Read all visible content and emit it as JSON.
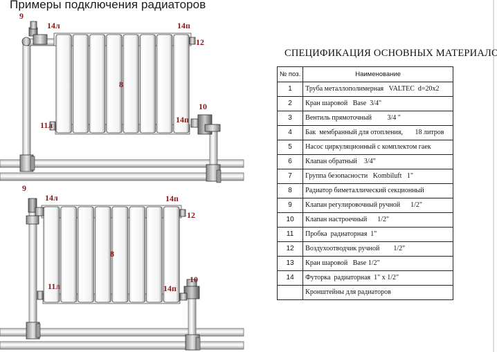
{
  "title": "Примеры подключения радиаторов",
  "diagrams": [
    {
      "labels": {
        "valve_regulating": "9",
        "plug_left": "14л",
        "plug_right_top": "14п",
        "air_vent": "12",
        "radiator": "8",
        "valve_adjusting": "10",
        "plug_left_bottom": "11л",
        "plug_right_bottom": "14п"
      }
    },
    {
      "labels": {
        "valve_regulating": "9",
        "plug_left": "14л",
        "plug_right_top": "14п",
        "air_vent": "12",
        "radiator": "8",
        "valve_adjusting": "10",
        "plug_left_bottom": "11л",
        "plug_right_bottom": "14п"
      }
    }
  ],
  "spec": {
    "title": "СПЕЦИФИКАЦИЯ ОСНОВНЫХ МАТЕРИАЛОВ",
    "header": {
      "num": "№ поз.",
      "name": "Наименование"
    },
    "rows": [
      {
        "num": "1",
        "name": "Труба металлополимерная   VALTEC  d=20x2"
      },
      {
        "num": "2",
        "name": "Кран шаровой   Base  3/4\""
      },
      {
        "num": "3",
        "name": "Вентиль прямоточный         3/4 \""
      },
      {
        "num": "4",
        "name": "Бак  мембранный для отопления,       18 литров"
      },
      {
        "num": "5",
        "name": "Насос циркуляционный с комплектом гаек"
      },
      {
        "num": "6",
        "name": "Клапан обратный    3/4\""
      },
      {
        "num": "7",
        "name": "Группа безопасности   Kombiluft   1\""
      },
      {
        "num": "8",
        "name": "Радиатор биметаллический секционный"
      },
      {
        "num": "9",
        "name": "Клапан регулировочный ручной      1/2\""
      },
      {
        "num": "10",
        "name": "Клапан настроечный      1/2\""
      },
      {
        "num": "11",
        "name": "Пробка  радиаторная  1\""
      },
      {
        "num": "12",
        "name": "Воздухоотводчик ручной        1/2\""
      },
      {
        "num": "13",
        "name": "Кран шаровой   Base 1/2\""
      },
      {
        "num": "14",
        "name": "Футорка  радиаторная  1\" x 1/2\""
      },
      {
        "num": "",
        "name": "Кронштейны для радиаторов"
      }
    ]
  }
}
